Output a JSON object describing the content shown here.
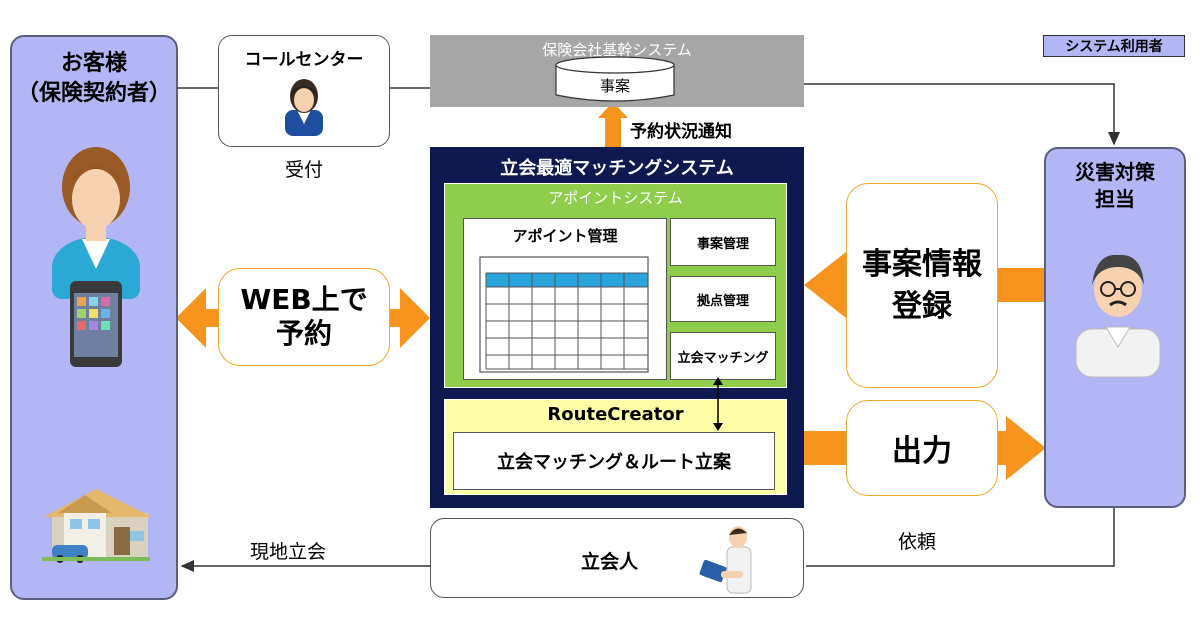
{
  "legend": {
    "system_user_label": "システム利用者"
  },
  "customer": {
    "title_line1": "お客様",
    "title_line2": "（保険契約者）"
  },
  "call_center": {
    "title": "コールセンター",
    "caption": "受付"
  },
  "core_system": {
    "title": "保険会社基幹システム",
    "db_label": "事案"
  },
  "notification_label": "予約状況通知",
  "matching_system": {
    "title": "立会最適マッチングシステム",
    "appoint_system": {
      "title": "アポイントシステム",
      "appoint_management": "アポイント管理",
      "case_management": "事案管理",
      "base_management": "拠点管理",
      "matching": "立会マッチング"
    },
    "route_creator": {
      "title": "RouteCreator",
      "function_label": "立会マッチング＆ルート立案"
    }
  },
  "web_booking": {
    "line1": "WEB上で",
    "line2": "予約"
  },
  "case_registration": {
    "line1": "事案情報",
    "line2": "登録"
  },
  "output": {
    "label": "出力"
  },
  "disaster_staff": {
    "title_line1": "災害対策",
    "title_line2": "担当"
  },
  "witness": {
    "label": "立会人"
  },
  "onsite_label": "現地立会",
  "request_label": "依頼",
  "colors": {
    "panel_purple": "#b3b6f5",
    "navy": "#0e1a4f",
    "green": "#8fce4c",
    "yellow": "#ffffa8",
    "orange": "#f7941d",
    "gray": "#a6a6a6",
    "calendar_header": "#2aa3dc"
  }
}
